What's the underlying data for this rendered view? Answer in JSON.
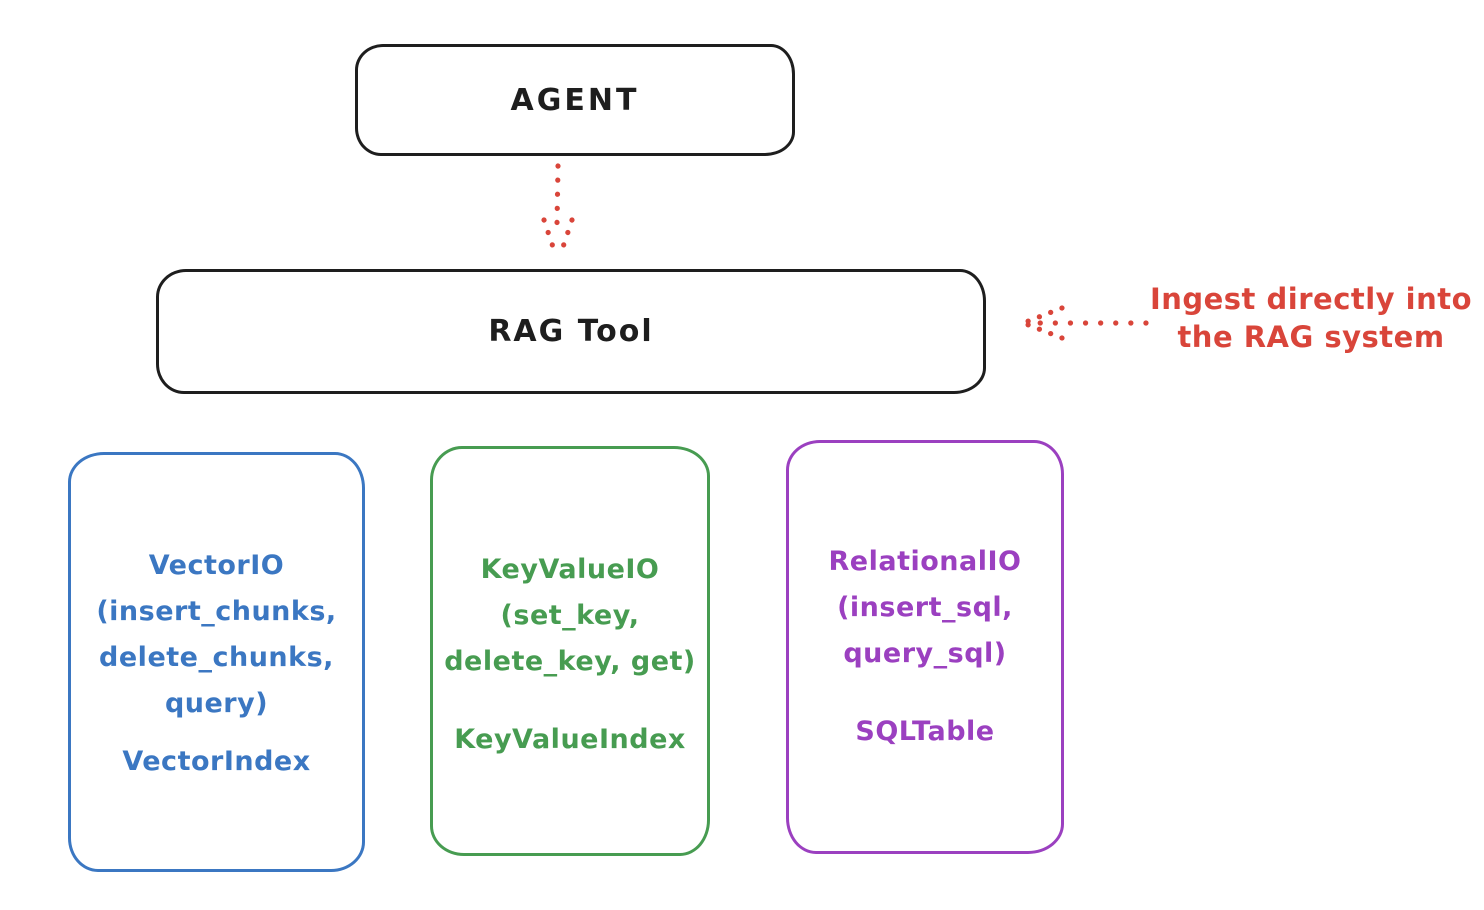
{
  "diagram": {
    "background_color": "#ffffff",
    "stroke_color": "#1e1e1e"
  },
  "agent_box": {
    "label": "AGENT"
  },
  "rag_box": {
    "label": "RAG Tool"
  },
  "agent_to_rag_arrow": {
    "style": "dotted",
    "direction": "down",
    "color": "#d9453a"
  },
  "annotation": {
    "lines": [
      "Ingest directly into",
      "the RAG system"
    ],
    "color": "#d9453a",
    "arrow_style": "dotted",
    "arrow_direction": "left"
  },
  "columns": [
    {
      "name": "vector-io",
      "stroke_color": "#3b77c2",
      "lines": [
        "VectorIO",
        "(insert_chunks,",
        "delete_chunks,",
        "query)"
      ],
      "index_label": "VectorIndex"
    },
    {
      "name": "keyvalue-io",
      "stroke_color": "#479c51",
      "lines": [
        "KeyValueIO",
        "(set_key,",
        "delete_key, get)"
      ],
      "index_label": "KeyValueIndex"
    },
    {
      "name": "relational-io",
      "stroke_color": "#9b40c0",
      "lines": [
        "RelationalIO",
        "(insert_sql,",
        "query_sql)"
      ],
      "index_label": "SQLTable"
    }
  ]
}
